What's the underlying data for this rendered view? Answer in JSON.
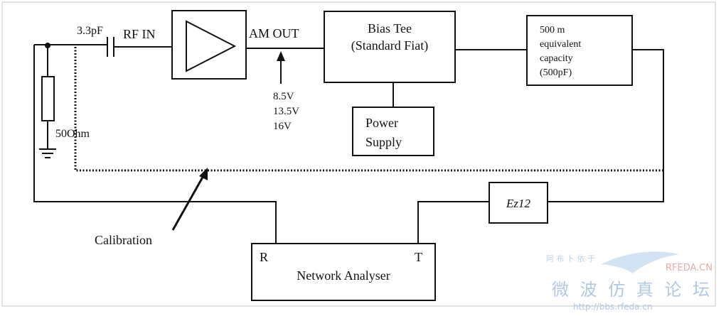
{
  "labels": {
    "capacitor": "3.3pF",
    "rf_in": "RF IN",
    "am_out": "AM OUT",
    "voltage_1": "8.5V",
    "voltage_2": "13.5V",
    "voltage_3": "16V",
    "resistor": "50Ohm",
    "calibration": "Calibration"
  },
  "blocks": {
    "bias_tee_line1": "Bias Tee",
    "bias_tee_line2": "(Standard Fiat)",
    "power_supply_line1": "Power",
    "power_supply_line2": "Supply",
    "cable_line1": "500 m",
    "cable_line2": "equivalent",
    "cable_line3": "capacity",
    "cable_line4": "(500pF)",
    "ez12": "Ez12",
    "na_port_r": "R",
    "na_port_t": "T",
    "network_analyser": "Network Analyser"
  },
  "watermark": {
    "top": "阿 布 卜 依 于",
    "brand": "RFEDA.CN",
    "chinese": "微 波 仿 真 论 坛",
    "url": "http://bbs.rfeda.cn"
  },
  "colors": {
    "line": "#111111",
    "watermark": "#a9c3e0",
    "border": "#c8c8c8"
  }
}
